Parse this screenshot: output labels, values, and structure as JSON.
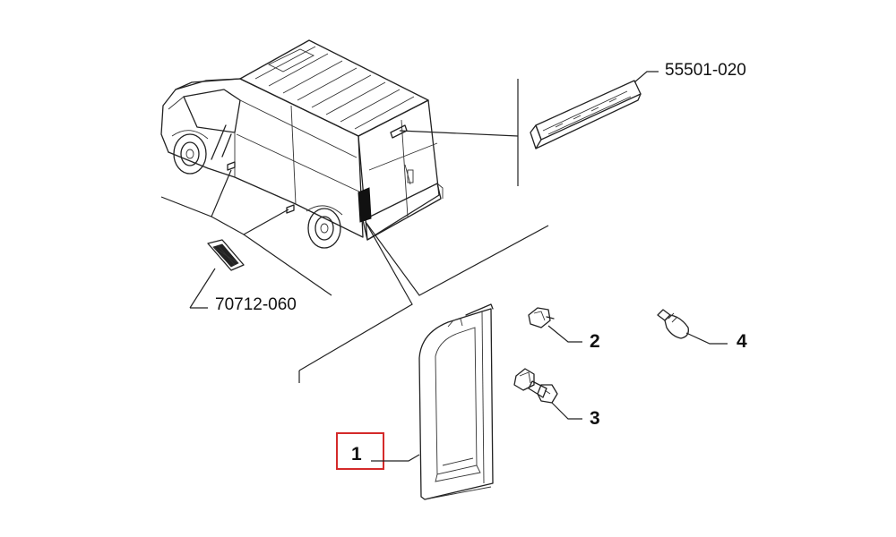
{
  "parts": {
    "high_stop_lamp": {
      "code": "55501-020"
    },
    "side_marker_lamp": {
      "code": "70712-060"
    }
  },
  "callouts": [
    {
      "number": "1",
      "highlighted": true
    },
    {
      "number": "2",
      "highlighted": false
    },
    {
      "number": "3",
      "highlighted": false
    },
    {
      "number": "4",
      "highlighted": false
    }
  ],
  "colors": {
    "highlight_box": "#d42a2a",
    "line": "#222222",
    "dark_fill": "#111111"
  }
}
